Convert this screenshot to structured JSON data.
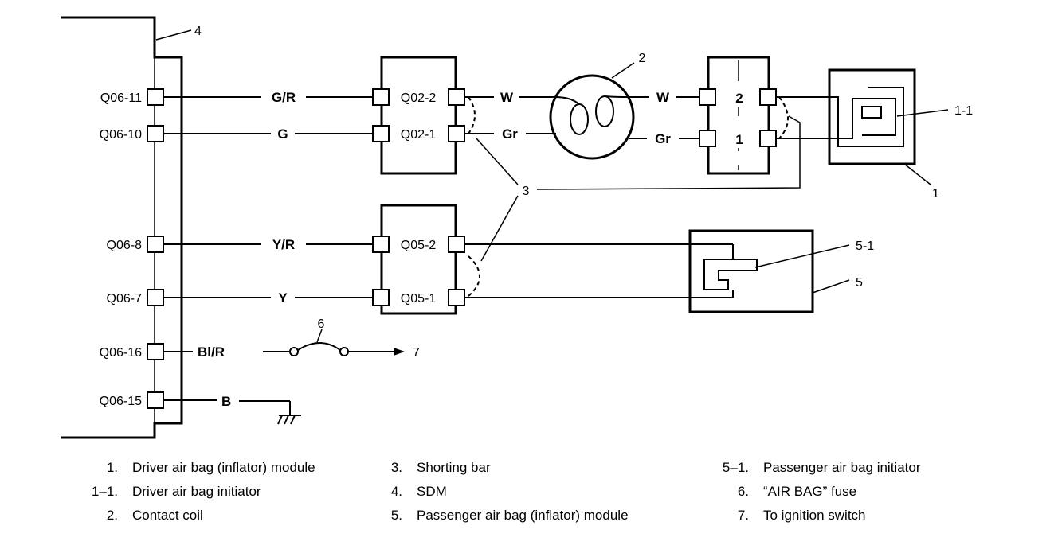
{
  "sdm_pins": {
    "p11": "Q06-11",
    "p10": "Q06-10",
    "p8": "Q06-8",
    "p7": "Q06-7",
    "p16": "Q06-16",
    "p15": "Q06-15"
  },
  "wires": {
    "g_r": "G/R",
    "g": "G",
    "y_r": "Y/R",
    "y": "Y",
    "bl_r": "Bl/R",
    "b": "B",
    "w_left": "W",
    "w_right": "W",
    "gr_left": "Gr",
    "gr_right": "Gr"
  },
  "connectors": {
    "q02_2": "Q02-2",
    "q02_1": "Q02-1",
    "q05_2": "Q05-2",
    "q05_1": "Q05-1",
    "coil_pin_2": "2",
    "coil_pin_1": "1"
  },
  "callouts": {
    "c1": "1",
    "c1_1": "1-1",
    "c2": "2",
    "c3": "3",
    "c4": "4",
    "c5": "5",
    "c5_1": "5-1",
    "c6": "6",
    "c7": "7"
  },
  "legend": [
    {
      "num": "1.",
      "text": "Driver air bag (inflator) module"
    },
    {
      "num": "1–1.",
      "text": "Driver air bag initiator"
    },
    {
      "num": "2.",
      "text": "Contact coil"
    },
    {
      "num": "3.",
      "text": "Shorting bar"
    },
    {
      "num": "4.",
      "text": "SDM"
    },
    {
      "num": "5.",
      "text": "Passenger air bag (inflator) module"
    },
    {
      "num": "5–1.",
      "text": "Passenger air bag initiator"
    },
    {
      "num": "6.",
      "text": "“AIR BAG” fuse"
    },
    {
      "num": "7.",
      "text": "To ignition switch"
    }
  ]
}
